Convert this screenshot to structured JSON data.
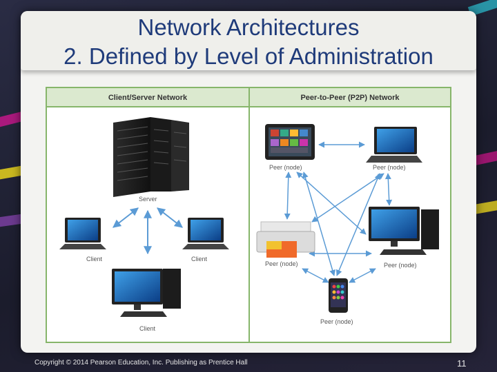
{
  "slide": {
    "title_line1": "Network Architectures",
    "title_line2": "2. Defined by Level of Administration",
    "footer": "Copyright © 2014 Pearson Education, Inc. Publishing as Prentice Hall",
    "page_number": "11"
  },
  "figure": {
    "client_server": {
      "header": "Client/Server Network",
      "server_label": "Server",
      "client_left_label": "Client",
      "client_right_label": "Client",
      "client_bottom_label": "Client"
    },
    "p2p": {
      "header": "Peer-to-Peer (P2P) Network",
      "tablet_label": "Peer (node)",
      "laptop_label": "Peer (node)",
      "printer_label": "Peer (node)",
      "desktop_label": "Peer (node)",
      "phone_label": "Peer (node)"
    }
  },
  "colors": {
    "title": "#1f3b7a",
    "figure_border": "#86b56a",
    "header_fill": "#dbe9cf",
    "arrow": "#5b9bd5"
  }
}
